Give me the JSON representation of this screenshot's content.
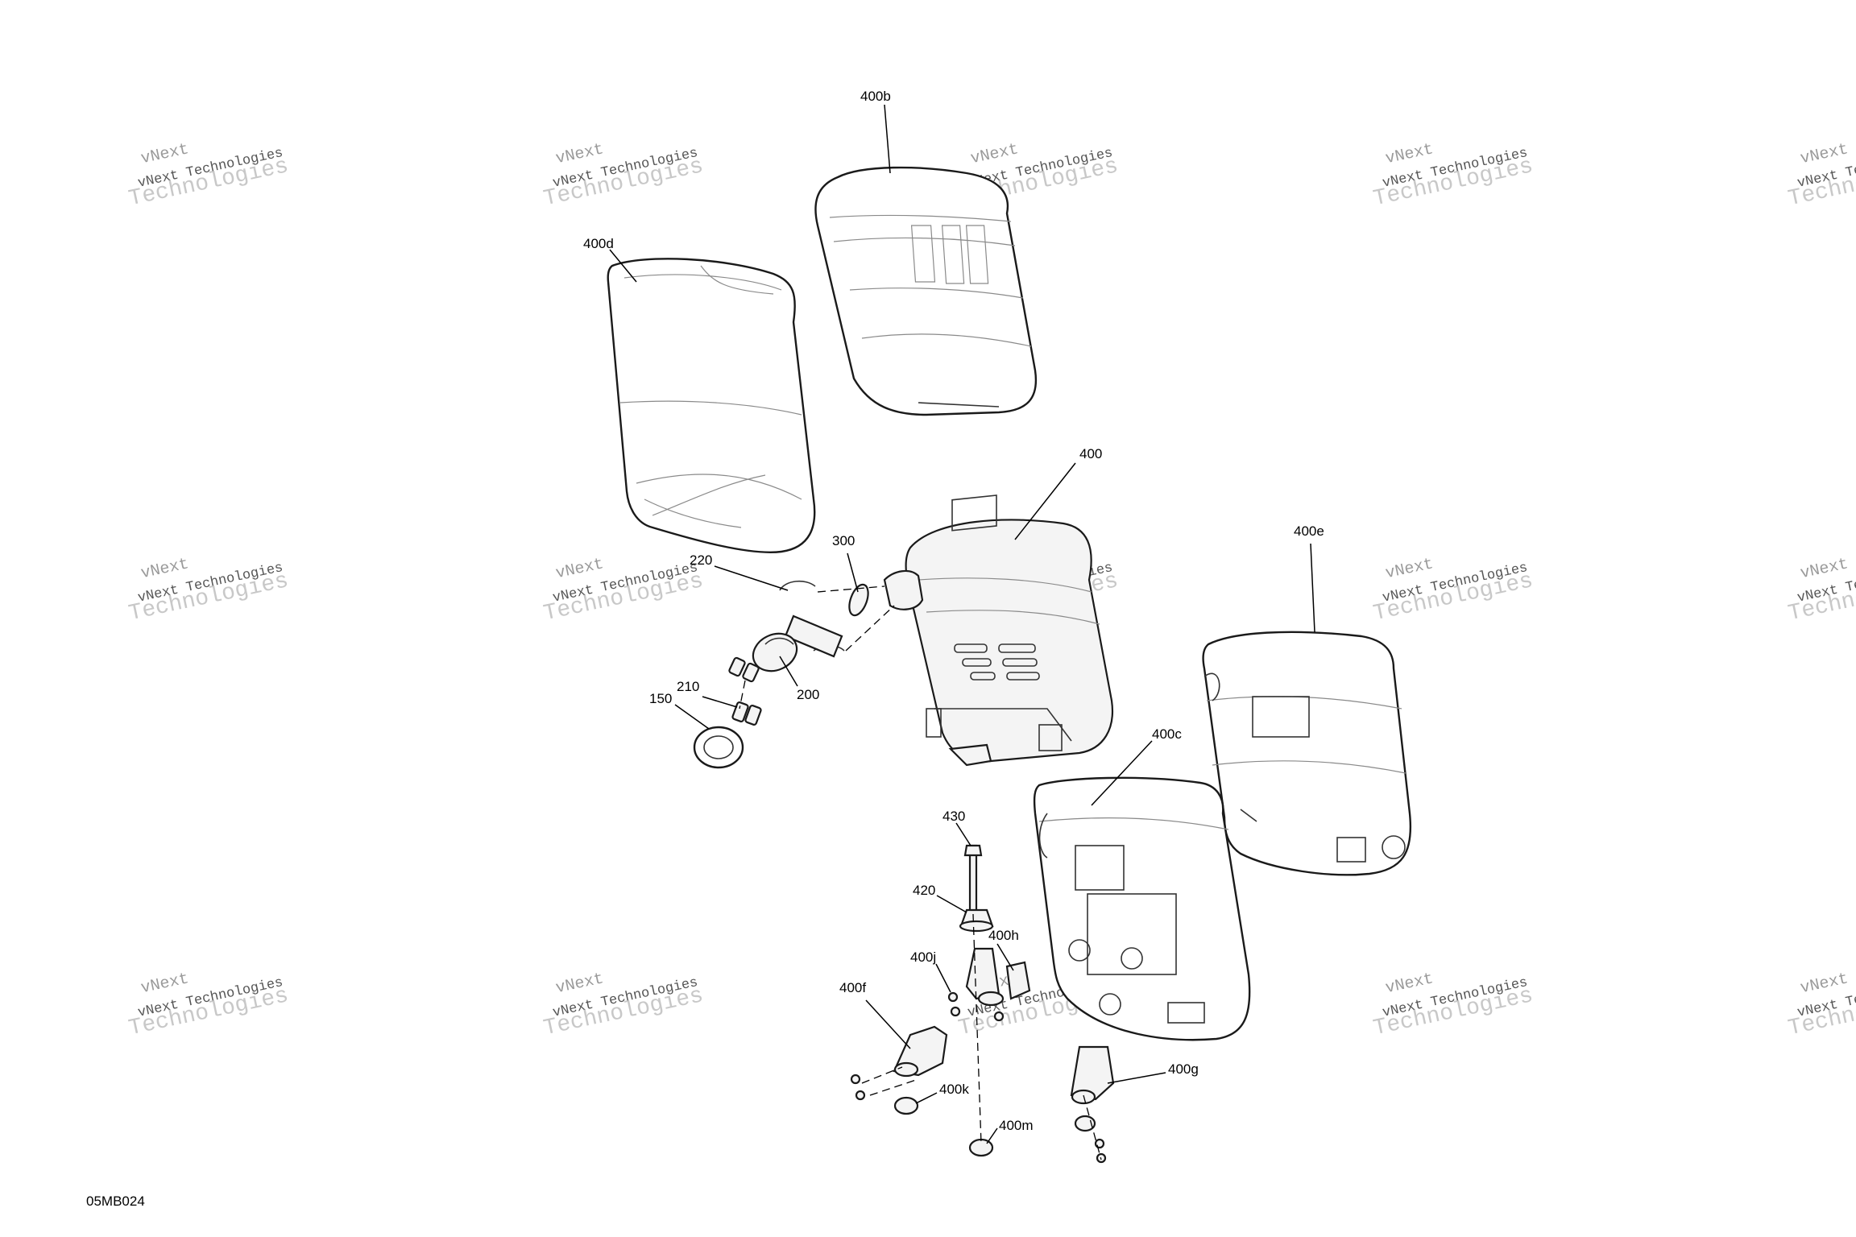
{
  "diagram_code": "05MB024",
  "watermark": {
    "brand_short": "vNext",
    "brand_full": "vNext Technologies",
    "brand_tail": "Technologies"
  },
  "callouts": {
    "p400b": "400b",
    "p400d": "400d",
    "p400": "400",
    "p300": "300",
    "p220": "220",
    "p200": "200",
    "p210": "210",
    "p150": "150",
    "p400e": "400e",
    "p400c": "400c",
    "p430": "430",
    "p420": "420",
    "p400h": "400h",
    "p400j": "400j",
    "p400f": "400f",
    "p400k": "400k",
    "p400m": "400m",
    "p400g": "400g"
  }
}
